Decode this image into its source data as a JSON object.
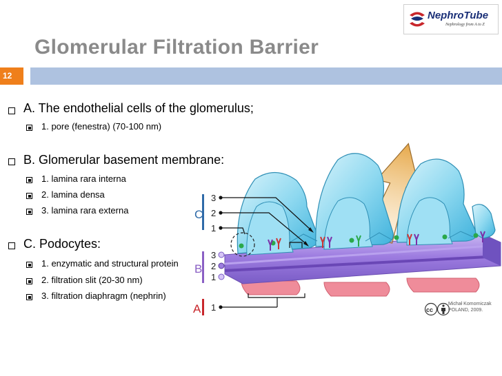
{
  "slide": {
    "title": "Glomerular Filtration Barrier",
    "number": "12"
  },
  "logo": {
    "name": "NephroTube",
    "tagline": "Nephrology from A to Z"
  },
  "bullets": [
    {
      "text": "A. The endothelial cells of the glomerulus;",
      "sub": [
        "1. pore (fenestra) (70-100 nm)"
      ]
    },
    {
      "text": "B. Glomerular basement membrane:",
      "sub": [
        "1. lamina rara interna",
        "2. lamina densa",
        "3. lamina rara externa"
      ]
    },
    {
      "text": "C. Podocytes:",
      "sub": [
        "1. enzymatic and structural protein",
        "2. filtration slit (20-30 nm)",
        "3. filtration diaphragm (nephrin)"
      ]
    }
  ],
  "diagram": {
    "labels": {
      "C": "C",
      "B": "B",
      "A": "A"
    },
    "c_numbers": [
      "3",
      "2",
      "1"
    ],
    "b_numbers": [
      "3",
      "2",
      "1"
    ],
    "a_numbers": [
      "1"
    ],
    "colors": {
      "C": "#2e6aa8",
      "B": "#8a5fc4",
      "A": "#c8262b",
      "podocyte": "#8fd9f0",
      "membrane": "#9d7ce0",
      "endothelium": "#ef8c9a"
    }
  },
  "credit": {
    "license_icon": "cc-icon",
    "author": "Michał Komorniczak",
    "place": "POLAND, 2009."
  }
}
